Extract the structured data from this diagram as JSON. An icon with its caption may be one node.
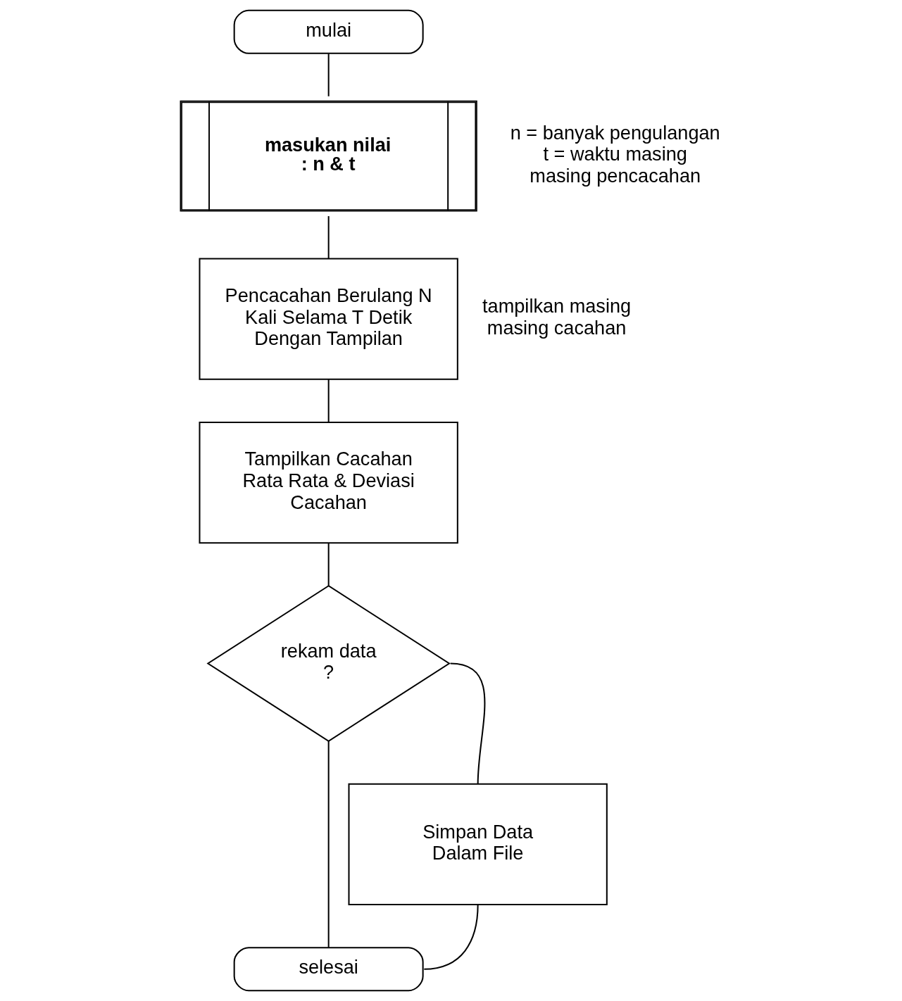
{
  "diagram": {
    "nodes": [
      {
        "text": [
          "mulai"
        ]
      },
      {
        "text": [
          "masukan nilai : n & t"
        ],
        "beside": [
          "n = banyak pengulangan t = waktu masing masing pencacahan"
        ]
      },
      {
        "text": [
          "Pencacahan Berulang N Kali Selama T Detik Dengan Tampilan"
        ],
        "beside": [
          "tampilkan masing masing cacahan"
        ]
      },
      {
        "text": [
          "Tampilkan Cacahan Rata Rata & Deviasi Cacahan"
        ]
      },
      {
        "text": [
          "rekam data ?"
        ]
      },
      {
        "text": [
          "Simpan Data Dalam File"
        ]
      },
      {
        "text": [
          "selesai"
        ]
      }
    ],
    "edges": [
      {
        "from": 0,
        "to": 1,
        "arrow": "none"
      },
      {
        "from": 1,
        "to": 2,
        "arrow": "none"
      },
      {
        "from": 2,
        "to": 3,
        "arrow": "none"
      },
      {
        "from": 3,
        "to": 4,
        "arrow": "none"
      },
      {
        "from": 4,
        "to": 5,
        "arrow": "none"
      },
      {
        "from": 5,
        "to": 6,
        "arrow": "none"
      },
      {
        "from": 4,
        "to": 6,
        "arrow": "none"
      }
    ]
  }
}
